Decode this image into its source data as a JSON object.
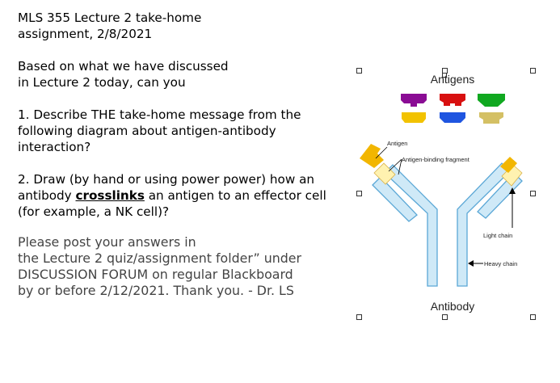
{
  "slide": {
    "heading_line1": "MLS 355 Lecture 2 take-home",
    "heading_line2": "assignment, 2/8/2021",
    "intro_line1": "Based on what we have discussed",
    "intro_line2": "in Lecture 2 today, can you",
    "q1_line1": "1. Describe THE take-home message from the",
    "q1_line2": "following diagram about antigen-antibody",
    "q1_line3": "interaction?",
    "q2_line1": "2. Draw (by hand or using power power) how an",
    "q2_pre": "antibody ",
    "q2_bold": "crosslinks",
    "q2_post": " an antigen to an effector cell",
    "q2_line3": "(for example, a NK cell)?",
    "post_line1": "Please post your answers in",
    "post_line2": "the Lecture 2 quiz/assignment folder” under",
    "post_line3": "DISCUSSION FORUM on regular Blackboard",
    "post_line4": "by or before 2/12/2021. Thank you. - Dr. LS"
  },
  "figure": {
    "title": "Antigens",
    "antigen_label": "Antigen",
    "fab_label": "Antigen-binding fragment",
    "light_chain_label": "Light chain",
    "heavy_chain_label": "Heavy chain",
    "bottom_label": "Antibody",
    "antigen_colors": [
      "#8a0c94",
      "#d81010",
      "#10a820",
      "#f2c200",
      "#1f55e0",
      "#d4c064"
    ],
    "chain_colors": {
      "heavy_fill": "#cfe9f7",
      "heavy_stroke": "#5aa7d6",
      "light_fill": "#fff2b0",
      "bound_antigen": "#f2b600"
    }
  }
}
